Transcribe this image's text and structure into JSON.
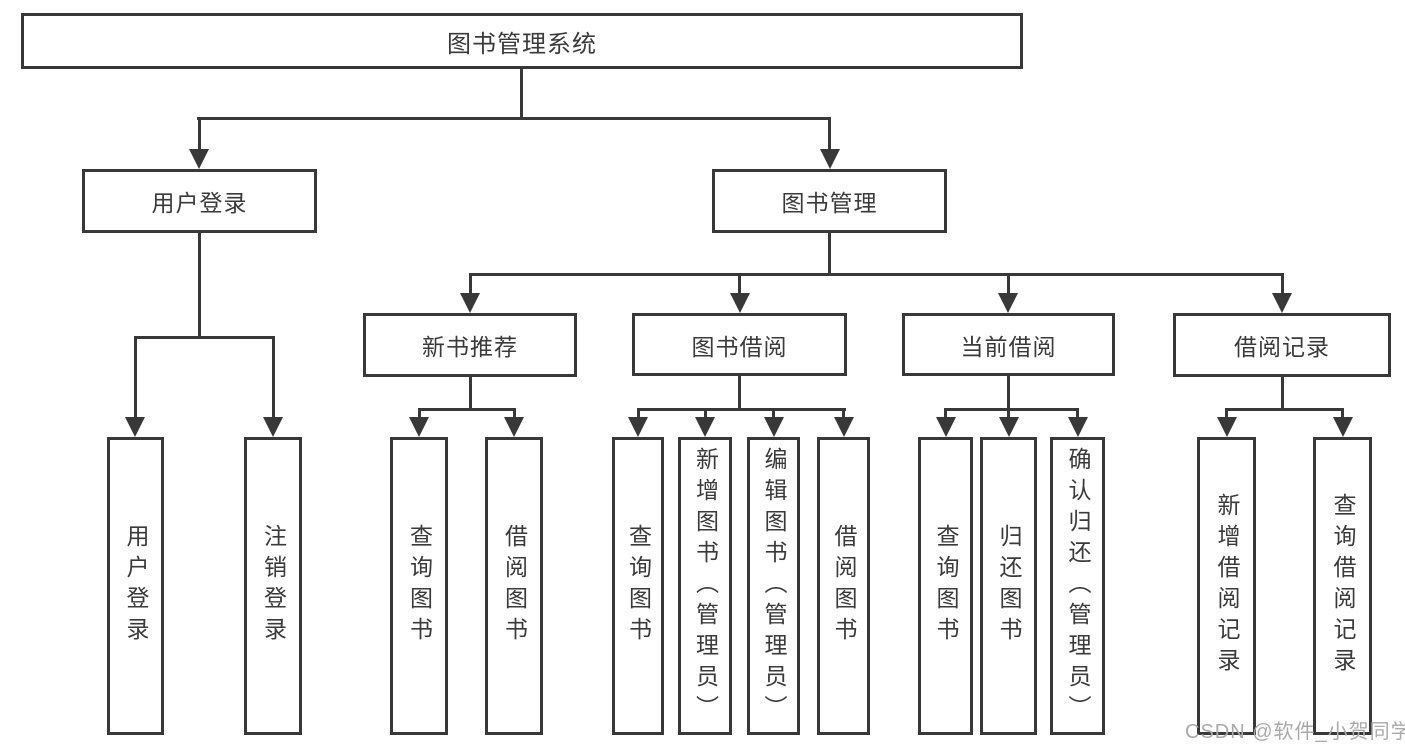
{
  "tree": {
    "label": "图书管理系统",
    "children": [
      {
        "label": "用户登录",
        "children": [
          {
            "label": "用户登录"
          },
          {
            "label": "注销登录"
          }
        ]
      },
      {
        "label": "图书管理",
        "children": [
          {
            "label": "新书推荐",
            "children": [
              {
                "label": "查询图书"
              },
              {
                "label": "借阅图书"
              }
            ]
          },
          {
            "label": "图书借阅",
            "children": [
              {
                "label": "查询图书"
              },
              {
                "label": "新增图书（管理员）"
              },
              {
                "label": "编辑图书（管理员）"
              },
              {
                "label": "借阅图书"
              }
            ]
          },
          {
            "label": "当前借阅",
            "children": [
              {
                "label": "查询图书"
              },
              {
                "label": "归还图书"
              },
              {
                "label": "确认归还（管理员）"
              }
            ]
          },
          {
            "label": "借阅记录",
            "children": [
              {
                "label": "新增借阅记录"
              },
              {
                "label": "查询借阅记录"
              }
            ]
          }
        ]
      }
    ]
  },
  "watermark": {
    "text": "CSDN @软件_小贺同学"
  },
  "colors": {
    "line": "#383838",
    "text": "#3a3a3a",
    "background": "#ffffff",
    "watermark": "#aaaaaa"
  }
}
